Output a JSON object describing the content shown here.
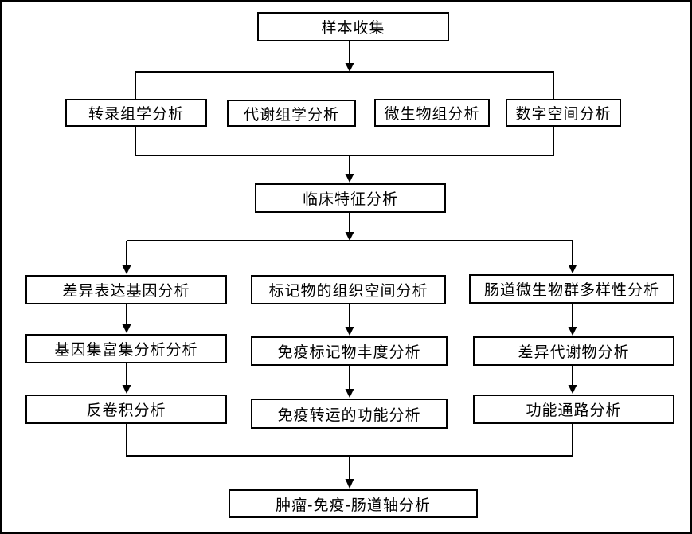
{
  "diagram": {
    "type": "flowchart",
    "background": "#ffffff",
    "line_color": "#000000",
    "box_border_color": "#000000",
    "box_fill_color": "#ffffff",
    "nodes": {
      "sample": "样本收集",
      "transcriptomics": "转录组学分析",
      "metabolomics": "代谢组学分析",
      "microbiome": "微生物组分析",
      "digital_spatial": "数字空间分析",
      "clinical": "临床特征分析",
      "deg": "差异表达基因分析",
      "gsea": "基因集富集分析分析",
      "deconvolution": "反卷积分析",
      "marker_spatial": "标记物的组织空间分析",
      "immune_abundance": "免疫标记物丰度分析",
      "immune_transport": "免疫转运的功能分析",
      "gut_diversity": "肠道微生物群多样性分析",
      "diff_metabolite": "差异代谢物分析",
      "pathway": "功能通路分析",
      "axis": "肿瘤-免疫-肠道轴分析"
    },
    "edges": [
      {
        "from": "sample",
        "to": "omics_panel"
      },
      {
        "from": "omics_panel",
        "to": "clinical"
      },
      {
        "from": "clinical",
        "to": "deg"
      },
      {
        "from": "clinical",
        "to": "marker_spatial"
      },
      {
        "from": "clinical",
        "to": "gut_diversity"
      },
      {
        "from": "deg",
        "to": "gsea"
      },
      {
        "from": "gsea",
        "to": "deconvolution"
      },
      {
        "from": "marker_spatial",
        "to": "immune_abundance"
      },
      {
        "from": "immune_abundance",
        "to": "immune_transport"
      },
      {
        "from": "gut_diversity",
        "to": "diff_metabolite"
      },
      {
        "from": "diff_metabolite",
        "to": "pathway"
      },
      {
        "from": "deconvolution",
        "to": "axis"
      },
      {
        "from": "pathway",
        "to": "axis"
      }
    ],
    "omics_panel_members": [
      "transcriptomics",
      "metabolomics",
      "microbiome",
      "digital_spatial"
    ]
  }
}
